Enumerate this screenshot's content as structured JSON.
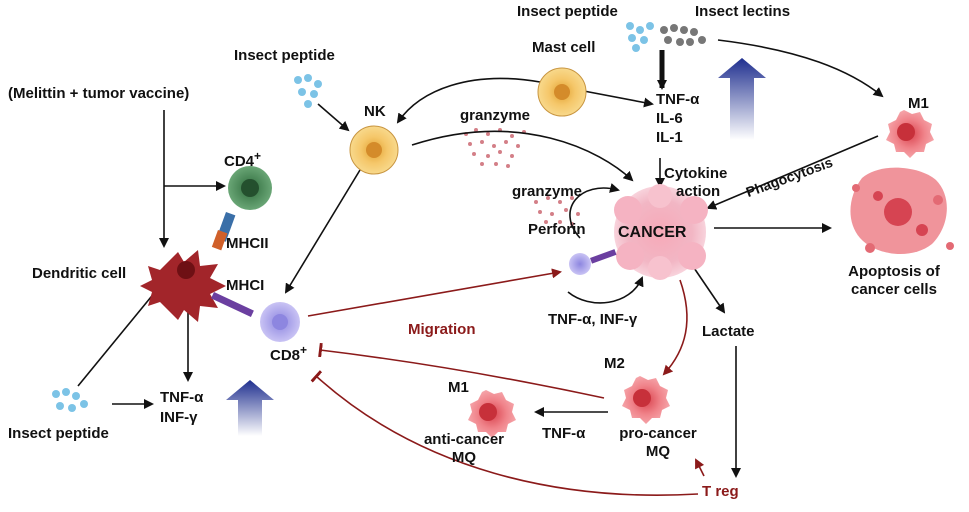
{
  "labels": {
    "insect_peptide_top": "Insect peptide",
    "insect_lectins": "Insect lectins",
    "mast_cell": "Mast cell",
    "insect_peptide_left": "Insect peptide",
    "melittin": "(Melittin + tumor vaccine)",
    "nk": "NK",
    "granzyme_top": "granzyme",
    "tnf_alpha": "TNF-α",
    "il6": "IL-6",
    "il1": "IL-1",
    "m1_top": "M1",
    "cd4": "CD4",
    "cd4_sup": "+",
    "cytokine": "Cytokine",
    "action": "action",
    "phagocytosis": "Phagocytosis",
    "granzyme_mid": "granzyme",
    "perforin": "Perforin",
    "cancer": "CANCER",
    "mhcii": "MHCII",
    "dendritic_cell": "Dendritic cell",
    "mhci": "MHCI",
    "apoptosis_1": "Apoptosis of",
    "apoptosis_2": "cancer cells",
    "migration": "Migration",
    "tnf_inf": "TNF-α, INF-γ",
    "cd8": "CD8",
    "cd8_sup": "+",
    "lactate": "Lactate",
    "m2": "M2",
    "m1_bottom": "M1",
    "insect_peptide_bottom": "Insect peptide",
    "tnf_bottom_left": "TNF-α",
    "inf_gamma": "INF-γ",
    "tnf_bottom_mid": "TNF-α",
    "anti_cancer": "anti-cancer",
    "mq_left": "MQ",
    "pro_cancer": "pro-cancer",
    "mq_right": "MQ",
    "treg": "T reg"
  }
}
